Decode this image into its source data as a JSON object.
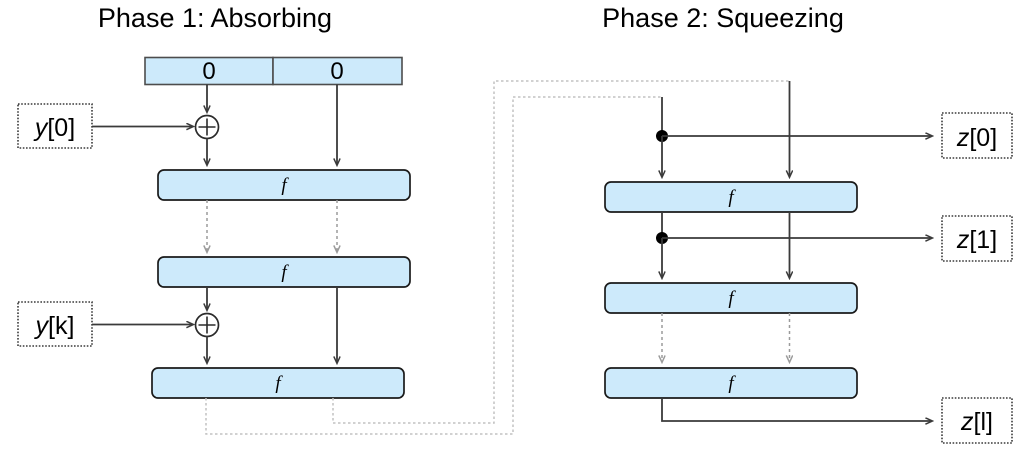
{
  "diagram": {
    "title_left": "Phase 1: Absorbing",
    "title_right": "Phase 2: Squeezing"
  },
  "state": {
    "rate_init": "0",
    "capacity_init": "0"
  },
  "function_label": "f",
  "phase1": {
    "title": "Phase 1: Absorbing",
    "permutations": [
      {
        "label": "f"
      },
      {
        "label": "f"
      },
      {
        "label": "f"
      }
    ],
    "inputs": [
      {
        "label": "y[0]",
        "var": "y",
        "index": "[0]"
      },
      {
        "label": "y[k]",
        "var": "y",
        "index": "[k]"
      }
    ],
    "xor_count": 2
  },
  "phase2": {
    "title": "Phase 2: Squeezing",
    "permutations": [
      {
        "label": "f"
      },
      {
        "label": "f"
      },
      {
        "label": "f"
      }
    ],
    "outputs": [
      {
        "label": "z[0]",
        "var": "z",
        "index": "[0]"
      },
      {
        "label": "z[1]",
        "var": "z",
        "index": "[1]"
      },
      {
        "label": "z[l]",
        "var": "z",
        "index": "[l]"
      }
    ],
    "tap_count": 2
  },
  "colors": {
    "box_fill": "#cdeafb",
    "box_stroke": "#1a1a1a",
    "state_stroke": "#4d4d4d",
    "solid_line": "#3a3a3a",
    "dashed_line": "#9b9b9b",
    "feedback_line": "#c2c2c2",
    "text": "#000000",
    "background": "#ffffff"
  }
}
